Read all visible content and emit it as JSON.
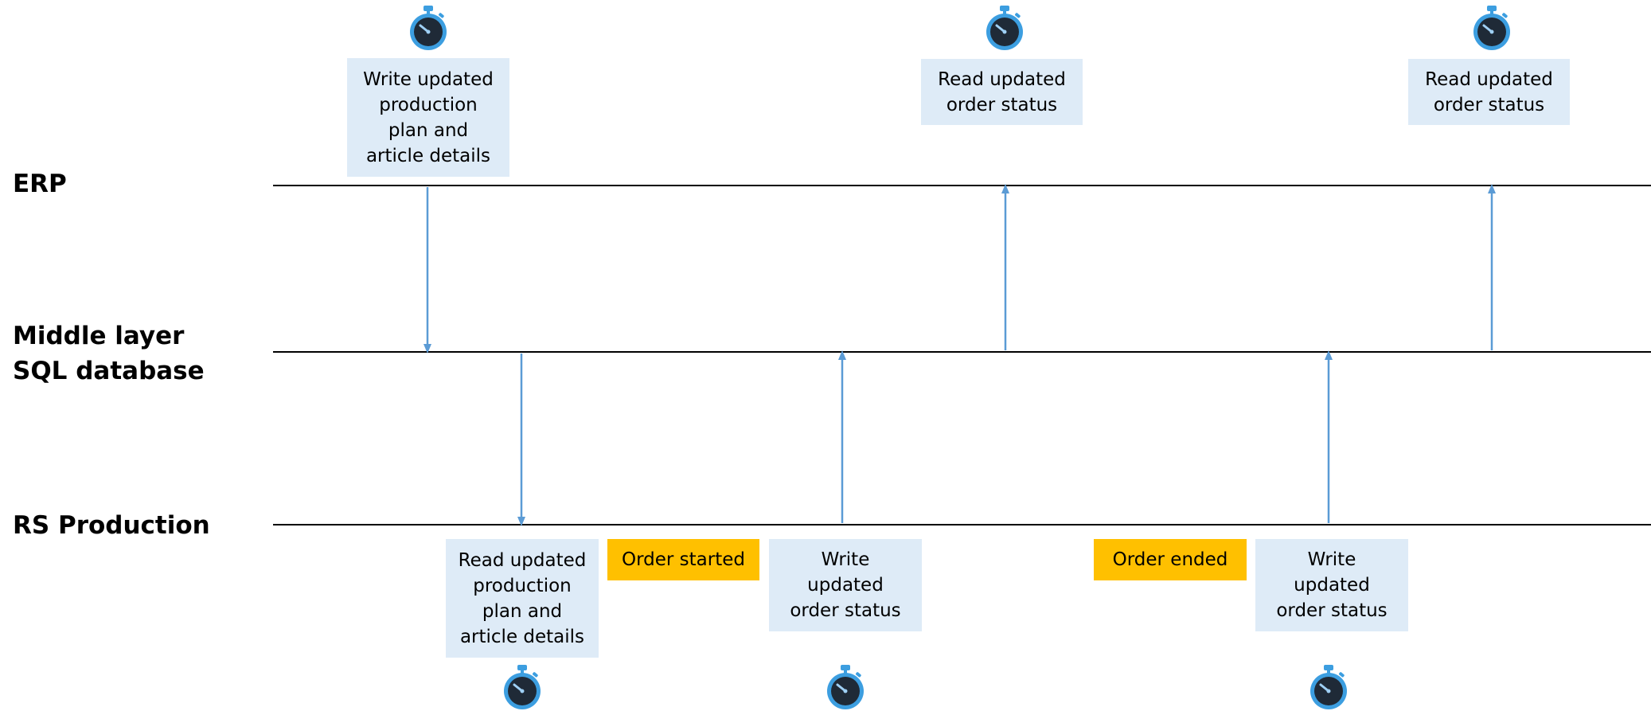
{
  "lanes": [
    {
      "id": "erp",
      "lines": [
        "ERP"
      ]
    },
    {
      "id": "middle",
      "lines": [
        "Middle layer",
        "SQL database"
      ]
    },
    {
      "id": "rs",
      "lines": [
        "RS Production"
      ]
    }
  ],
  "boxes": {
    "erp_write_plan": {
      "lines": [
        "Write updated",
        "production",
        "plan and",
        "article details"
      ]
    },
    "erp_read_status_1": {
      "lines": [
        "Read updated",
        "order status"
      ]
    },
    "erp_read_status_2": {
      "lines": [
        "Read updated",
        "order status"
      ]
    },
    "rs_read_plan": {
      "lines": [
        "Read updated",
        "production",
        "plan and",
        "article details"
      ]
    },
    "rs_order_started": {
      "lines": [
        "Order started"
      ]
    },
    "rs_write_status_1": {
      "lines": [
        "Write",
        "updated",
        "order status"
      ]
    },
    "rs_order_ended": {
      "lines": [
        "Order ended"
      ]
    },
    "rs_write_status_2": {
      "lines": [
        "Write",
        "updated",
        "order status"
      ]
    }
  },
  "flows": [
    {
      "from": "ERP",
      "to": "Middle layer SQL database",
      "label_box": "erp_write_plan"
    },
    {
      "from": "Middle layer SQL database",
      "to": "RS Production",
      "label_box": "rs_read_plan"
    },
    {
      "from": "RS Production",
      "to": "Middle layer SQL database",
      "label_box": "rs_write_status_1"
    },
    {
      "from": "Middle layer SQL database",
      "to": "ERP",
      "label_box": "erp_read_status_1"
    },
    {
      "from": "RS Production",
      "to": "Middle layer SQL database",
      "label_box": "rs_write_status_2"
    },
    {
      "from": "Middle layer SQL database",
      "to": "ERP",
      "label_box": "erp_read_status_2"
    }
  ],
  "icons": {
    "timer": "stopwatch-icon"
  },
  "colors": {
    "box_fill": "#deebf7",
    "event_fill": "#ffc000",
    "arrow": "#5b9bd5",
    "lane_line": "#000000",
    "timer_ring": "#3c9ee0",
    "timer_face": "#1f2a37"
  }
}
